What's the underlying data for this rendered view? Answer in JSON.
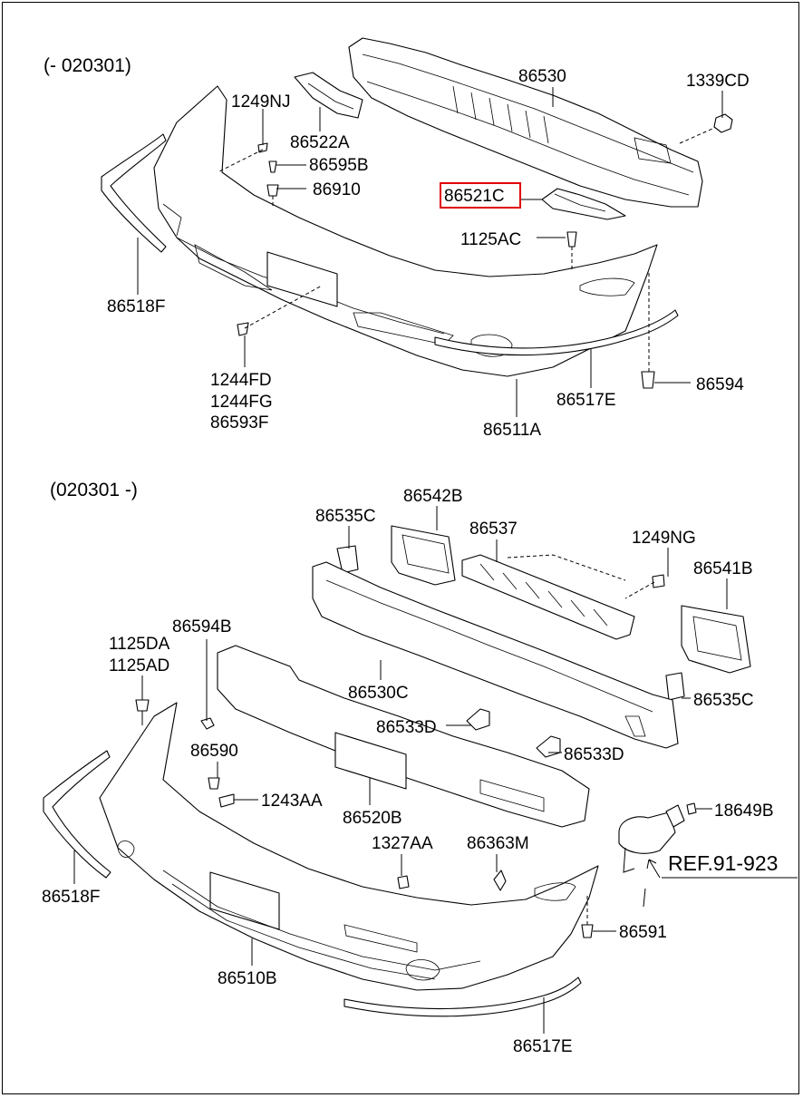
{
  "sections": [
    {
      "range": "(- 020301)"
    },
    {
      "range": "(020301 -)"
    }
  ],
  "labels": {
    "p86530": "86530",
    "p1339CD": "1339CD",
    "p1249NJ": "1249NJ",
    "p86522A": "86522A",
    "p86595B": "86595B",
    "p86910": "86910",
    "p86521C": "86521C",
    "p1125AC": "1125AC",
    "p86518F_top": "86518F",
    "p1244FD": "1244FD",
    "p1244FG": "1244FG",
    "p86593F": "86593F",
    "p86594_top": "86594",
    "p86517E_top": "86517E",
    "p86511A": "86511A",
    "p86542B": "86542B",
    "p86535C_top": "86535C",
    "p86537": "86537",
    "p1249NG": "1249NG",
    "p86541B": "86541B",
    "p86594B": "86594B",
    "p1125DA": "1125DA",
    "p1125AD": "1125AD",
    "p86530C": "86530C",
    "p86535C_right": "86535C",
    "p86533D_left": "86533D",
    "p86533D_right": "86533D",
    "p86590": "86590",
    "p1243AA": "1243AA",
    "p86520B": "86520B",
    "p18649B": "18649B",
    "p1327AA": "1327AA",
    "p86363M": "86363M",
    "pREF": "REF.91-923",
    "p86518F_bottom": "86518F",
    "p86591": "86591",
    "p86510B": "86510B",
    "p86517E_bottom": "86517E"
  },
  "highlight": {
    "part": "86521C",
    "color": "#e00000"
  }
}
